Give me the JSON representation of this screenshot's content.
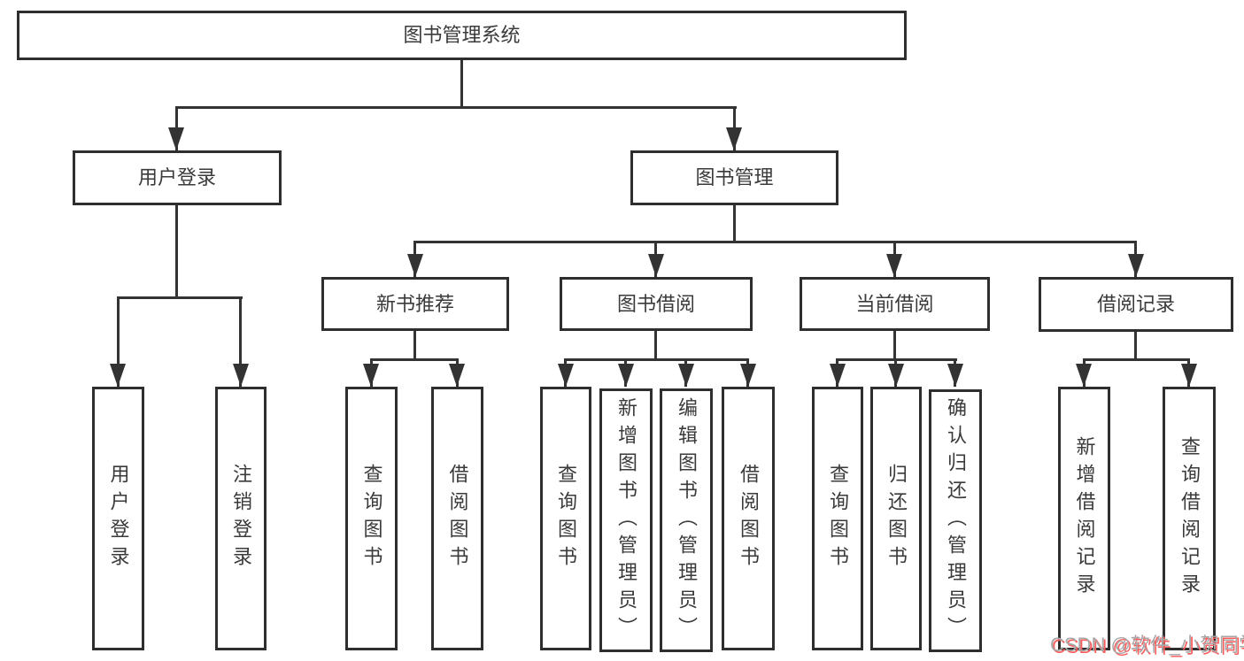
{
  "tree": {
    "root": {
      "label": "图书管理系统"
    },
    "branches": [
      {
        "label": "用户登录",
        "leaves": [
          {
            "label": "用户登录"
          },
          {
            "label": "注销登录"
          }
        ]
      },
      {
        "label": "图书管理",
        "sections": [
          {
            "label": "新书推荐",
            "leaves": [
              {
                "label": "查询图书"
              },
              {
                "label": "借阅图书"
              }
            ]
          },
          {
            "label": "图书借阅",
            "leaves": [
              {
                "label": "查询图书"
              },
              {
                "label": "新增图书（管理员）"
              },
              {
                "label": "编辑图书（管理员）"
              },
              {
                "label": "借阅图书"
              }
            ]
          },
          {
            "label": "当前借阅",
            "leaves": [
              {
                "label": "查询图书"
              },
              {
                "label": "归还图书"
              },
              {
                "label": "确认归还（管理员）"
              }
            ]
          },
          {
            "label": "借阅记录",
            "leaves": [
              {
                "label": "新增借阅记录"
              },
              {
                "label": "查询借阅记录"
              }
            ]
          }
        ]
      }
    ]
  },
  "watermark": {
    "text": "CSDN @软件_小贺同学"
  },
  "colors": {
    "line": "#333333",
    "border": "#2e2e2e",
    "text": "#3a3a3a",
    "background": "#ffffff",
    "watermark_text": "#a8a8a8",
    "watermark_shadow": "#fb5d5d"
  }
}
